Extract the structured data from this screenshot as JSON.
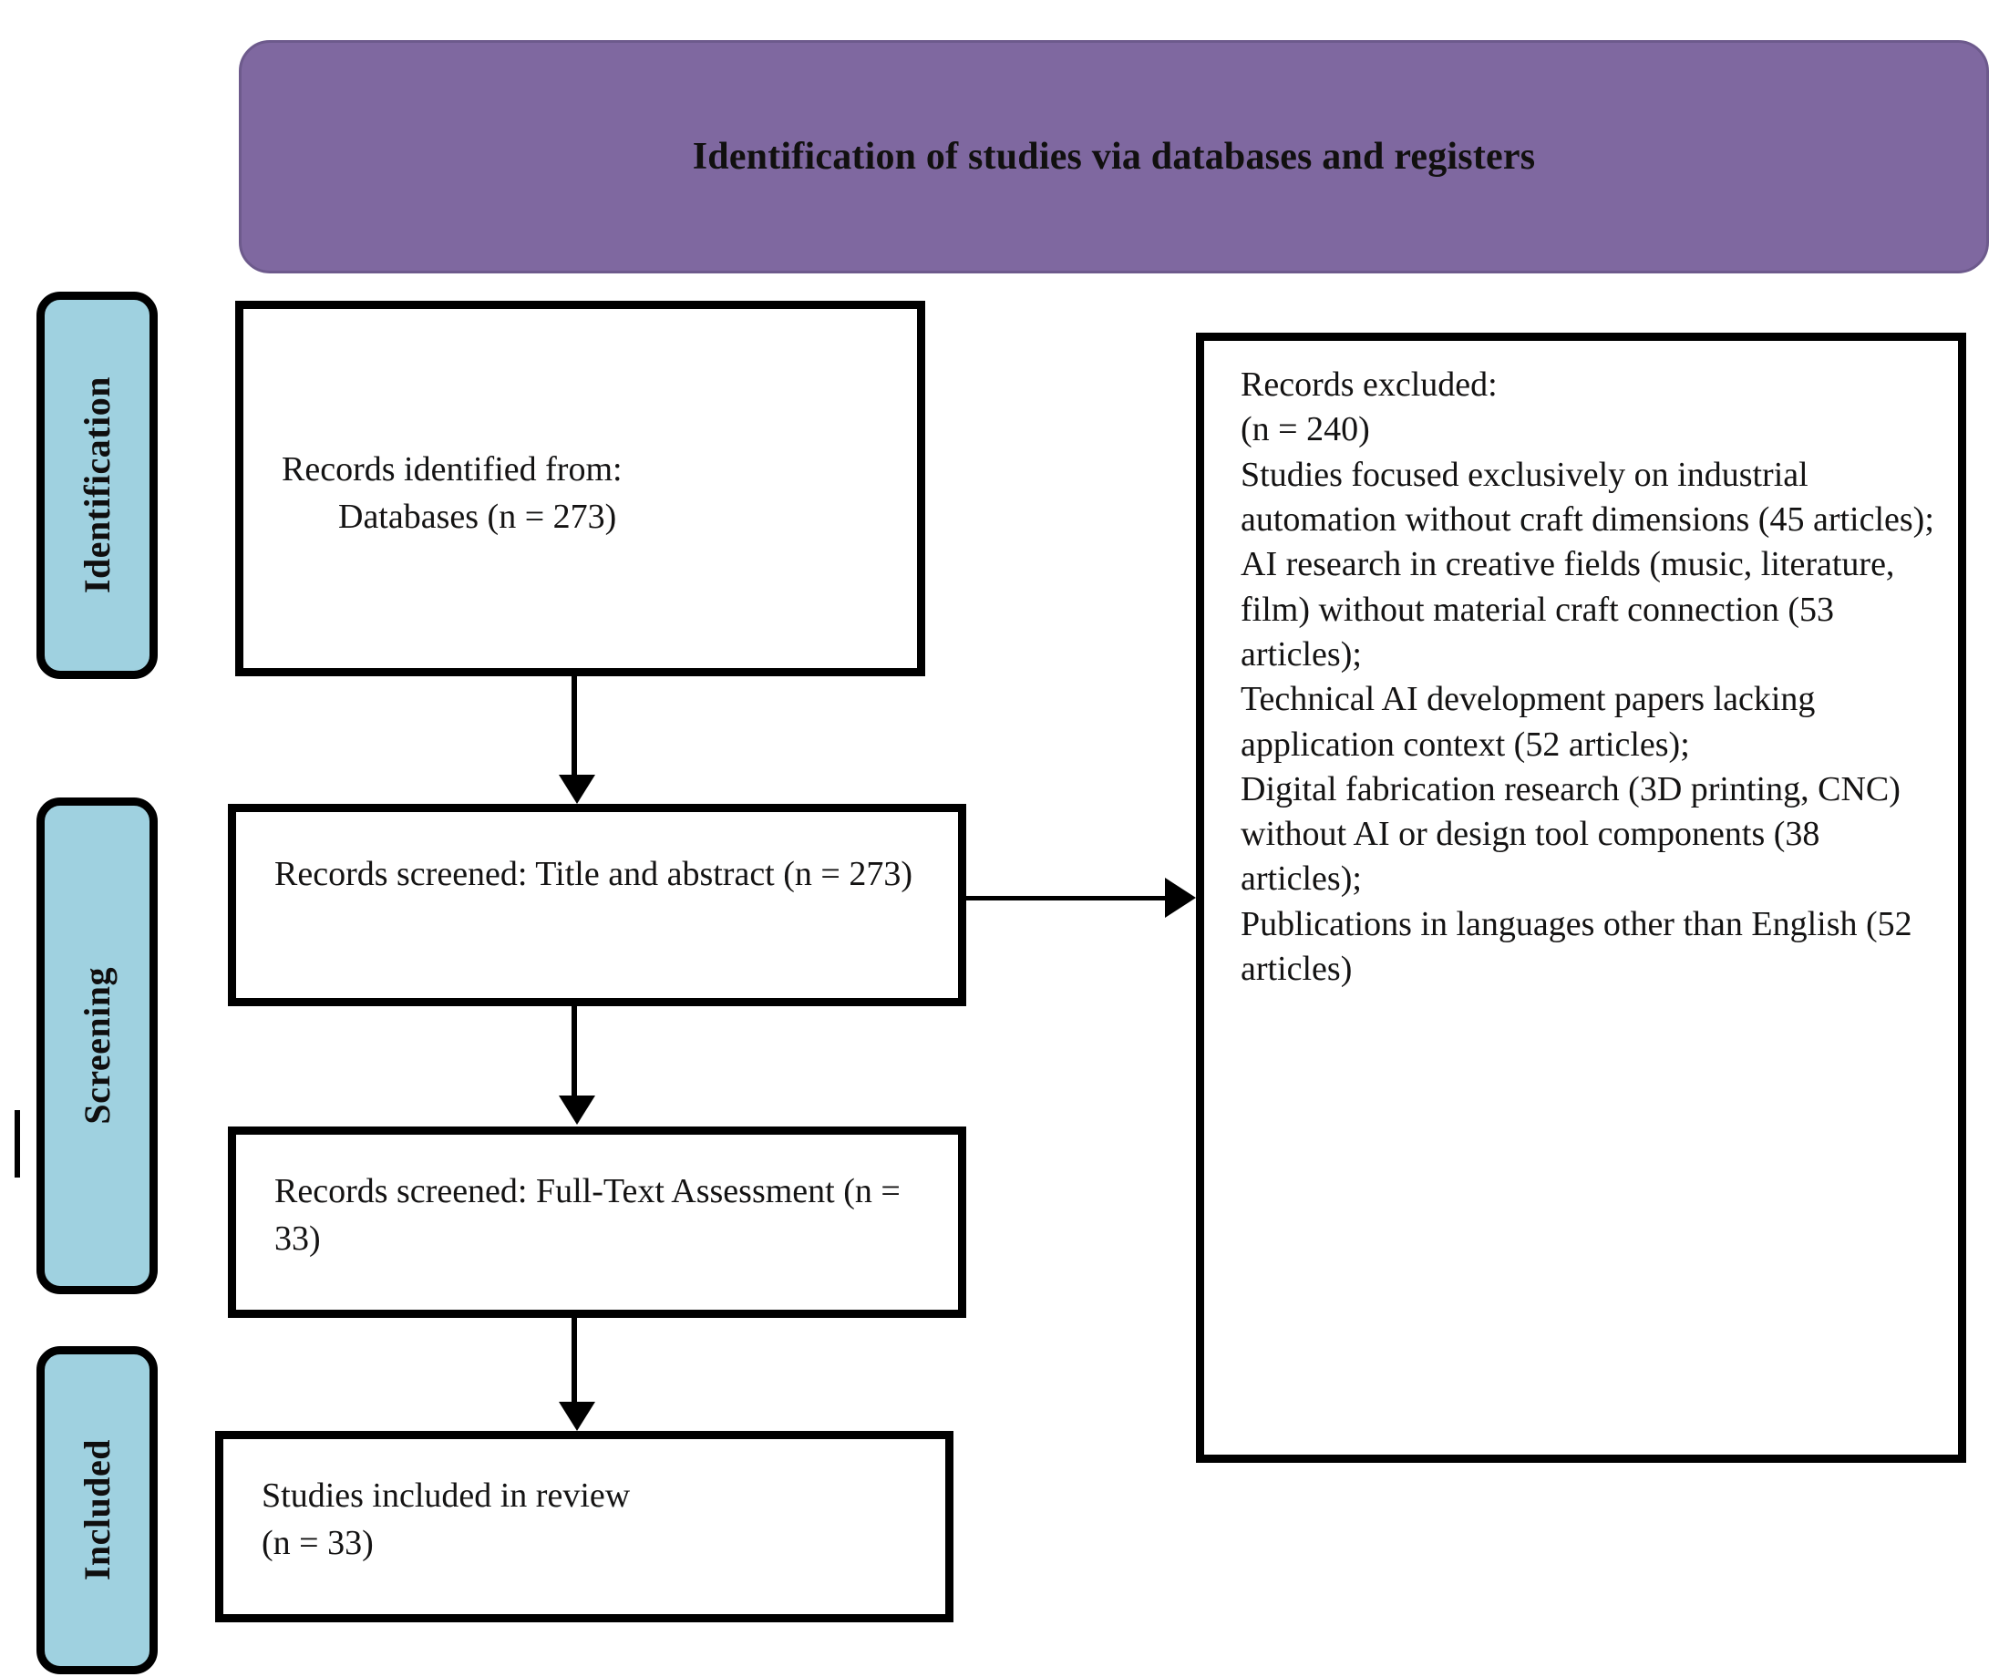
{
  "header": {
    "title": "Identification of studies via databases and registers",
    "color": "#7f68a0"
  },
  "stages": {
    "color": "#9fd1e0",
    "identification": "Identification",
    "screening": "Screening",
    "included": "Included"
  },
  "boxes": {
    "identified": {
      "line1": "Records identified from:",
      "line2": "Databases (n = 273)"
    },
    "screened_title_abstract": {
      "text": "Records screened: Title and abstract (n = 273)"
    },
    "screened_full_text": {
      "text": "Records screened: Full-Text Assessment (n = 33)"
    },
    "included_in_review": {
      "line1": "Studies included in review",
      "line2": "(n = 33)"
    },
    "excluded": {
      "heading": "Records excluded:",
      "count": "(n = 240)",
      "reasons": [
        "Studies focused exclusively on industrial automation without craft dimensions (45 articles);",
        "AI research in creative fields (music, literature, film) without material craft connection (53 articles);",
        "Technical AI development papers lacking application context (52 articles);",
        "Digital fabrication research (3D printing, CNC) without AI or design tool components (38 articles);",
        "Publications in languages other than English (52 articles)"
      ],
      "full_text": "Records excluded:\n(n = 240)\nStudies focused exclusively on industrial automation without craft dimensions (45 articles);\nAI research in creative fields (music, literature, film) without material craft connection (53 articles);\nTechnical AI development papers lacking application context (52 articles);\nDigital fabrication research (3D printing, CNC) without AI or design tool components (38 articles);\nPublications in languages other than English (52 articles)"
    }
  },
  "chart_data": {
    "type": "diagram",
    "title": "Identification of studies via databases and registers",
    "nodes": [
      {
        "id": "identified",
        "stage": "Identification",
        "label": "Records identified from: Databases (n = 273)",
        "n": 273
      },
      {
        "id": "screened_ta",
        "stage": "Screening",
        "label": "Records screened: Title and abstract (n = 273)",
        "n": 273
      },
      {
        "id": "excluded",
        "stage": "Screening",
        "label": "Records excluded: (n = 240)",
        "n": 240
      },
      {
        "id": "screened_ft",
        "stage": "Screening",
        "label": "Records screened: Full-Text Assessment (n = 33)",
        "n": 33
      },
      {
        "id": "included",
        "stage": "Included",
        "label": "Studies included in review (n = 33)",
        "n": 33
      }
    ],
    "edges": [
      {
        "from": "identified",
        "to": "screened_ta",
        "direction": "down"
      },
      {
        "from": "screened_ta",
        "to": "excluded",
        "direction": "right"
      },
      {
        "from": "screened_ta",
        "to": "screened_ft",
        "direction": "down"
      },
      {
        "from": "screened_ft",
        "to": "included",
        "direction": "down"
      }
    ],
    "exclusion_breakdown": [
      {
        "reason": "Studies focused exclusively on industrial automation without craft dimensions",
        "articles": 45
      },
      {
        "reason": "AI research in creative fields (music, literature, film) without material craft connection",
        "articles": 53
      },
      {
        "reason": "Technical AI development papers lacking application context",
        "articles": 52
      },
      {
        "reason": "Digital fabrication research (3D printing, CNC) without AI or design tool components",
        "articles": 38
      },
      {
        "reason": "Publications in languages other than English",
        "articles": 52
      }
    ]
  }
}
